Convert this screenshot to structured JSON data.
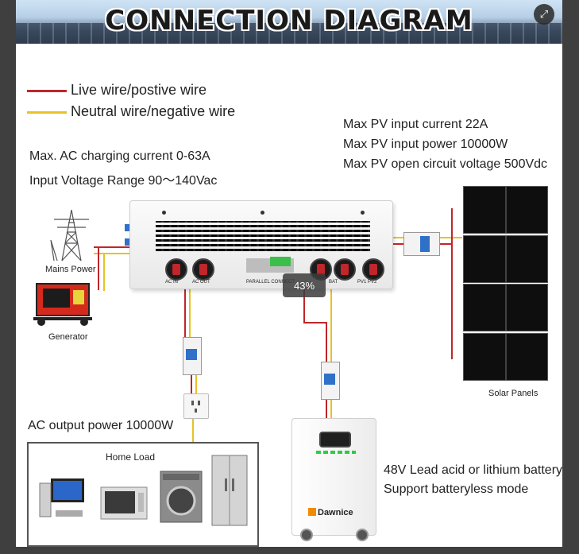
{
  "banner": {
    "title": "CONNECTION DIAGRAM"
  },
  "legend": {
    "live": {
      "label": "Live wire/postive wire",
      "color": "#c0262b"
    },
    "neutral": {
      "label": "Neutral wire/negative wire",
      "color": "#e7c229"
    }
  },
  "specs_ac": {
    "line1": "Max. AC charging current 0-63A",
    "line2": "Input Voltage Range 90～140Vac"
  },
  "specs_pv": {
    "line1": "Max PV input current 22A",
    "line2": "Max PV input power 10000W",
    "line3": "Max PV open circuit voltage 500Vdc"
  },
  "labels": {
    "mains_power": "Mains Power",
    "generator": "Generator",
    "solar_panels": "Solar Panels",
    "ac_output": "AC output power 10000W",
    "home_load": "Home Load",
    "battery_line1": "48V Lead acid or lithium battery",
    "battery_line2": "Support batteryless mode",
    "battery_brand": "Dawnice"
  },
  "inverter_ports": {
    "ac_in": "AC IN",
    "ac_out": "AC OUT",
    "parallel": "PARALLEL CONNECT",
    "bat": "BAT",
    "pv": "PV1  PV2"
  },
  "viewer": {
    "zoom": "43%",
    "expand_icon": "expand-icon"
  },
  "colors": {
    "background": "#3f3f3f",
    "live": "#c0262b",
    "neutral": "#e7c229"
  }
}
